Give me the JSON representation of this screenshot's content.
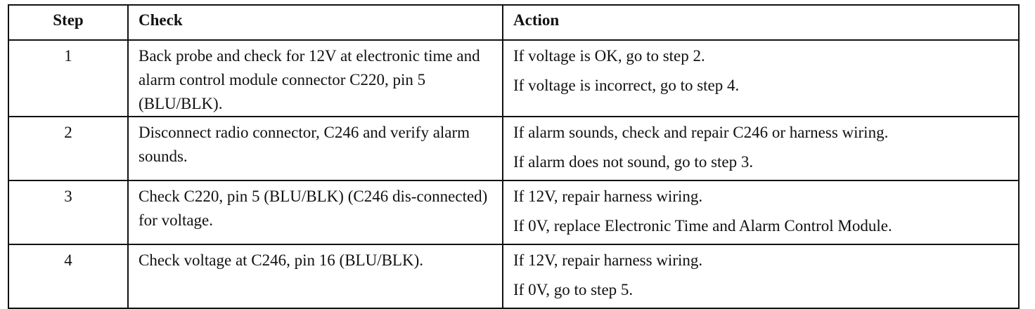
{
  "table": {
    "headers": {
      "step": "Step",
      "check": "Check",
      "action": "Action"
    },
    "rows": [
      {
        "step": "1",
        "check": "Back probe and check for 12V at electronic time and alarm control module connector C220, pin 5 (BLU/BLK).",
        "actions": [
          "If voltage is OK, go to step 2.",
          "If voltage is incorrect, go to step 4."
        ]
      },
      {
        "step": "2",
        "check": "Disconnect radio connector, C246 and verify alarm sounds.",
        "actions": [
          "If alarm sounds, check and repair C246 or harness wiring.",
          "If alarm does not sound, go to step 3."
        ]
      },
      {
        "step": "3",
        "check": "Check C220, pin 5 (BLU/BLK) (C246 dis-connected) for voltage.",
        "actions": [
          "If 12V, repair harness wiring.",
          "If 0V, replace Electronic Time and Alarm Control Module."
        ]
      },
      {
        "step": "4",
        "check": "Check voltage at C246, pin 16 (BLU/BLK).",
        "actions": [
          "If 12V, repair harness wiring.",
          "If 0V, go to step 5."
        ]
      }
    ]
  }
}
